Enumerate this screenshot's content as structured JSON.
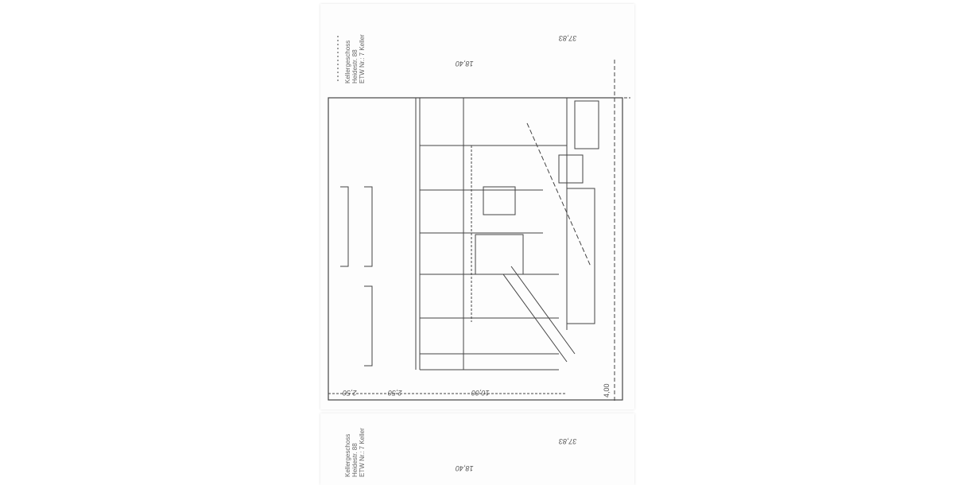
{
  "document": {
    "pages": [
      {
        "title_block": [
          "Kellergeschoss",
          "Heidestr. 88",
          "ETW Nr.: 7 Keller"
        ],
        "dimensions": {
          "top": "37,83",
          "width": "18,40",
          "bottom": "10,00",
          "left_a": "2,50",
          "left_b": "2,50",
          "right": "4,00"
        }
      },
      {
        "title_block": [
          "Kellergeschoss",
          "Heidestr. 88",
          "ETW Nr.: 7 Keller"
        ],
        "dimensions": {
          "top": "37,83",
          "width": "18,40"
        }
      }
    ]
  }
}
